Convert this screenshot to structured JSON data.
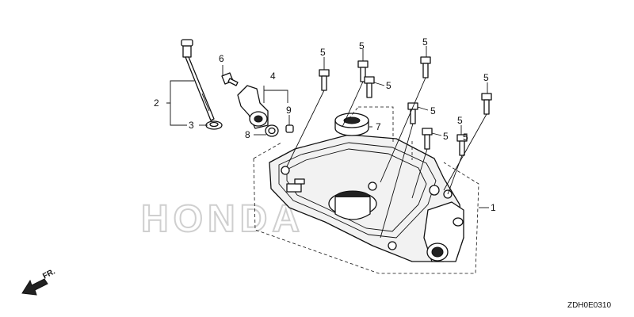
{
  "watermark": {
    "text": "HONDA"
  },
  "direction_marker": {
    "text": "FR."
  },
  "diagram_code": "ZDH0E0310",
  "callouts": {
    "c1": "1",
    "c2": "2",
    "c3": "3",
    "c4": "4",
    "c5a": "5",
    "c5b": "5",
    "c5c": "5",
    "c5d": "5",
    "c5e": "5",
    "c5f": "5",
    "c5g": "5",
    "c5h": "5",
    "c5i": "5",
    "c6": "6",
    "c7": "7",
    "c8": "8",
    "c9": "9"
  },
  "colors": {
    "line": "#111111",
    "watermark": "#d9d9d9",
    "background": "#ffffff"
  }
}
